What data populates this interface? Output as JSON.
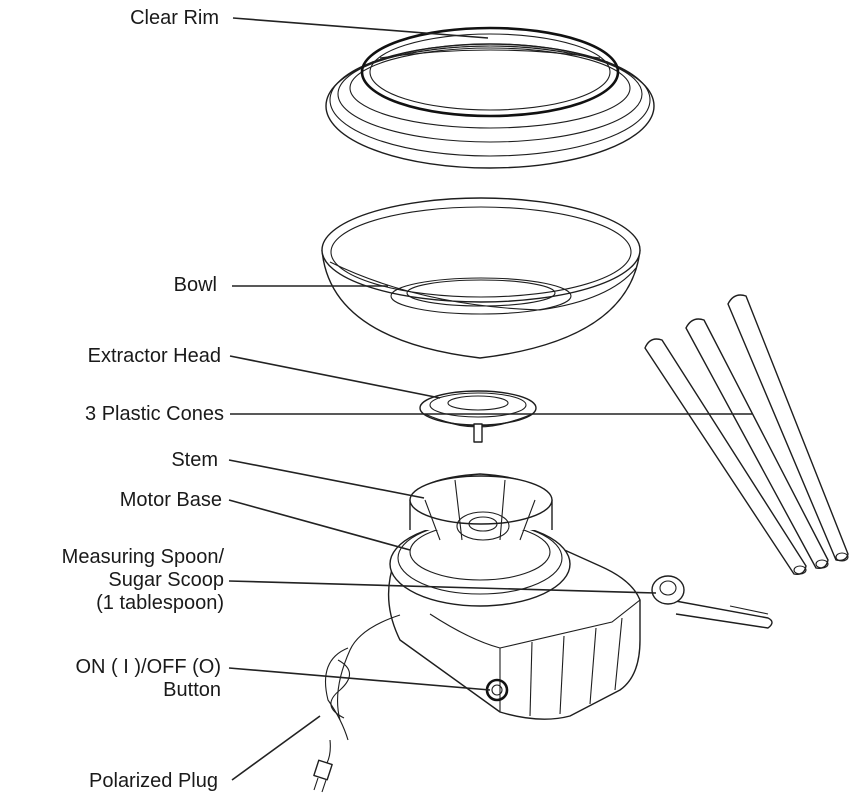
{
  "labels": {
    "clear_rim": "Clear Rim",
    "bowl": "Bowl",
    "extractor_head": "Extractor Head",
    "plastic_cones": "3 Plastic Cones",
    "stem": "Stem",
    "motor_base": "Motor Base",
    "spoon_line1": "Measuring Spoon/",
    "spoon_line2": "Sugar Scoop",
    "spoon_line3": "(1 tablespoon)",
    "button_line1": "ON ( I )/OFF (O)",
    "button_line2": "Button",
    "plug": "Polarized Plug"
  }
}
